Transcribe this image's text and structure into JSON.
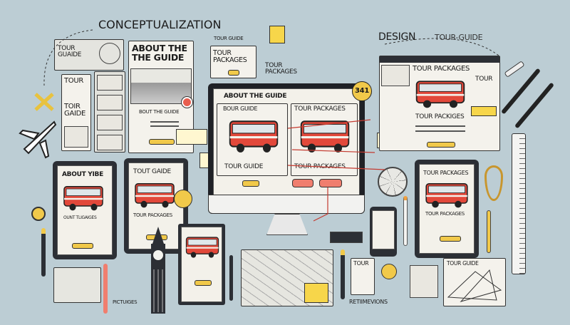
{
  "heading_left": "CONCEPTUALIZATION",
  "heading_right": "DESIGN",
  "heading_right_sub": "TOUR-GUIDE",
  "top_note": "TOUR GUIDE",
  "sketch_logo": "TOUR GUAIDE",
  "about_panel": {
    "title": "ABOUT THE THE GUIDE",
    "caption": "BOUT THE GUIDE"
  },
  "packages_card": {
    "title": "TOUR PACKAGES"
  },
  "packages_note": "TOUR PACKAGES",
  "left_column": {
    "label1": "TOUR",
    "label2": "TOIR GAIDE"
  },
  "monitor": {
    "header": "ABOUT THE GUIDE",
    "badge": "341",
    "left_card_title": "BOUR GUIDE",
    "right_card_title": "TOUR PACKAGES",
    "left_footer": "TOUR GUIDE",
    "right_footer": "TOUR PACKAGES"
  },
  "right_browser": {
    "title": "TOUR PACKAGES",
    "subtitle": "TOUR PACKIGES",
    "side_label": "TOUR"
  },
  "tablet_left": {
    "title": "ABOUT YIBE",
    "subtitle": "OUNT TLIGAIGES"
  },
  "tablet_mid": {
    "title": "TOUT GAIDE",
    "subtitle": "TOUR PACKAGES"
  },
  "tablet_right": {
    "title": "TOUR PACKAGES",
    "subtitle": "TOUR PACKAGES"
  },
  "bottom": {
    "pictures": "PICTUIGES",
    "tour_card": "TOUR",
    "retimevions": "RETIIMEVIONS",
    "map_title": "TOUR GUIDE"
  },
  "colors": {
    "background": "#bccdd4",
    "accent_yellow": "#f1c94a",
    "bus_red": "#e2483a",
    "device": "#2c2f35"
  },
  "icons": [
    "airplane-icon",
    "bus-icon",
    "compass-icon",
    "big-ben-icon",
    "pen-icon",
    "ruler-icon",
    "map-icon"
  ]
}
